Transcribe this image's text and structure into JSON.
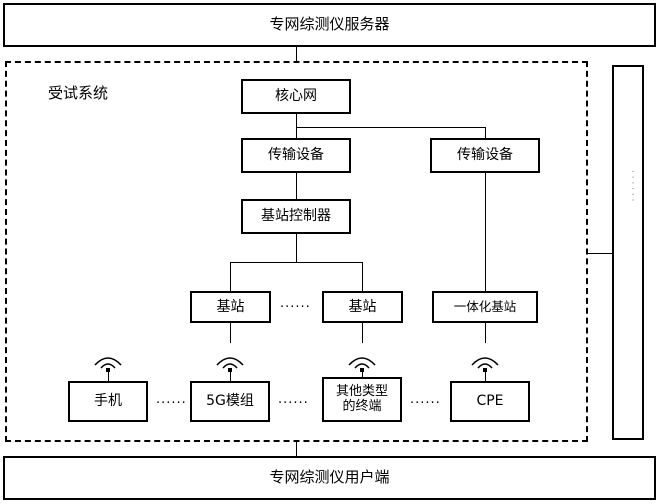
{
  "diagram": {
    "title_top": "专网综测仪服务器",
    "title_bottom": "专网综测仪用户端",
    "area_label": "受试系统",
    "nodes": {
      "core_network": "核心网",
      "transmission_equipment_left": "传输设备",
      "transmission_equipment_right": "传输设备",
      "base_station_controller": "基站控制器",
      "base_station_1": "基站",
      "base_station_2": "基站",
      "integrated_base_station": "一体化基站",
      "mobile_phone": "手机",
      "module_5g": "5G模组",
      "other_terminals": "其他类型\n的终端",
      "cpe": "CPE"
    },
    "ellipsis": {
      "between_base_stations": "······",
      "between_phone_and_module": "······",
      "between_module_and_other": "······",
      "between_other_and_cpe": "······"
    },
    "side_panel_marks": "· · ·   · · ·",
    "icons": {
      "wireless_signal": "wireless-signal-icon"
    },
    "colors": {
      "stroke": "#000000",
      "background": "#ffffff"
    }
  }
}
